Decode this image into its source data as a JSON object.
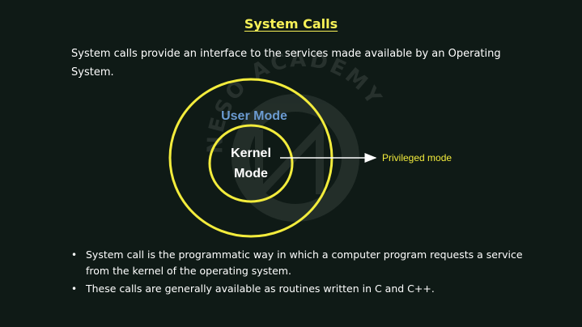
{
  "slide": {
    "title": "System Calls",
    "intro": "System calls provide an interface to the services made available by an Operating System.",
    "watermark_text": "NESO ACADEMY",
    "diagram": {
      "outer_label": "User Mode",
      "inner_label_line1": "Kernel",
      "inner_label_line2": "Mode",
      "arrow_label": "Privileged mode"
    },
    "bullets": [
      {
        "text": "System call is the programmatic way in which a computer program requests a service from the kernel of the operating system."
      },
      {
        "text": "These calls are generally available as routines written in C and C++."
      }
    ],
    "bullet_marker": "•"
  },
  "colors": {
    "background": "#0f1a16",
    "title": "#f7f157",
    "ring": "#f3ec3c",
    "user_mode_label": "#6b9bd1",
    "privileged_label": "#f3ec3c",
    "text": "#ffffff"
  }
}
